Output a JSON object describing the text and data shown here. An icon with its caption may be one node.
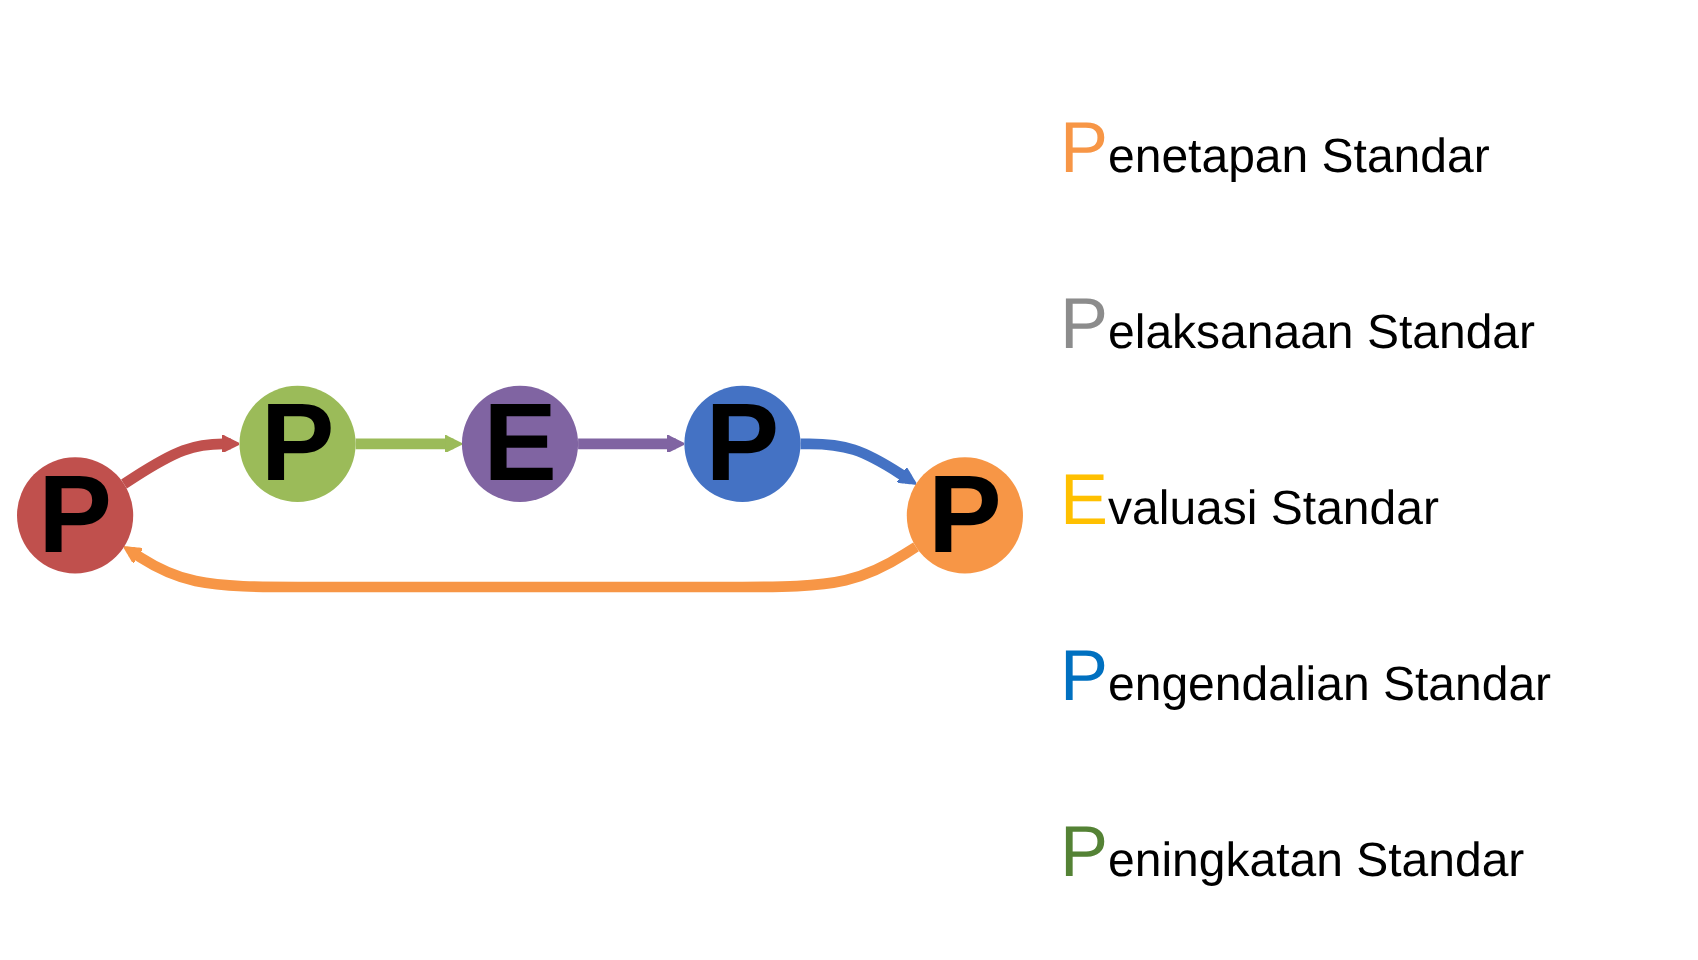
{
  "diagram": {
    "nodes": [
      {
        "text": [
          "P"
        ]
      },
      {
        "text": [
          "P"
        ]
      },
      {
        "text": [
          "E"
        ]
      },
      {
        "text": [
          "P"
        ]
      },
      {
        "text": [
          "P"
        ]
      }
    ],
    "edges": [
      {
        "from": 0,
        "to": 1,
        "arrow": "to",
        "color": "#c0504d"
      },
      {
        "from": 1,
        "to": 2,
        "arrow": "to",
        "color": "#9bbb59"
      },
      {
        "from": 2,
        "to": 3,
        "arrow": "to",
        "color": "#8064a2"
      },
      {
        "from": 3,
        "to": 4,
        "arrow": "to",
        "color": "#4472c4"
      },
      {
        "from": 4,
        "to": 0,
        "arrow": "to",
        "color": "#f79646"
      }
    ],
    "labels": [
      "Penetapan Standar",
      "Pelaksanaan Standar",
      "Evaluasi Standar",
      "Pengendalian Standar",
      "Peningkatan Standar"
    ]
  }
}
